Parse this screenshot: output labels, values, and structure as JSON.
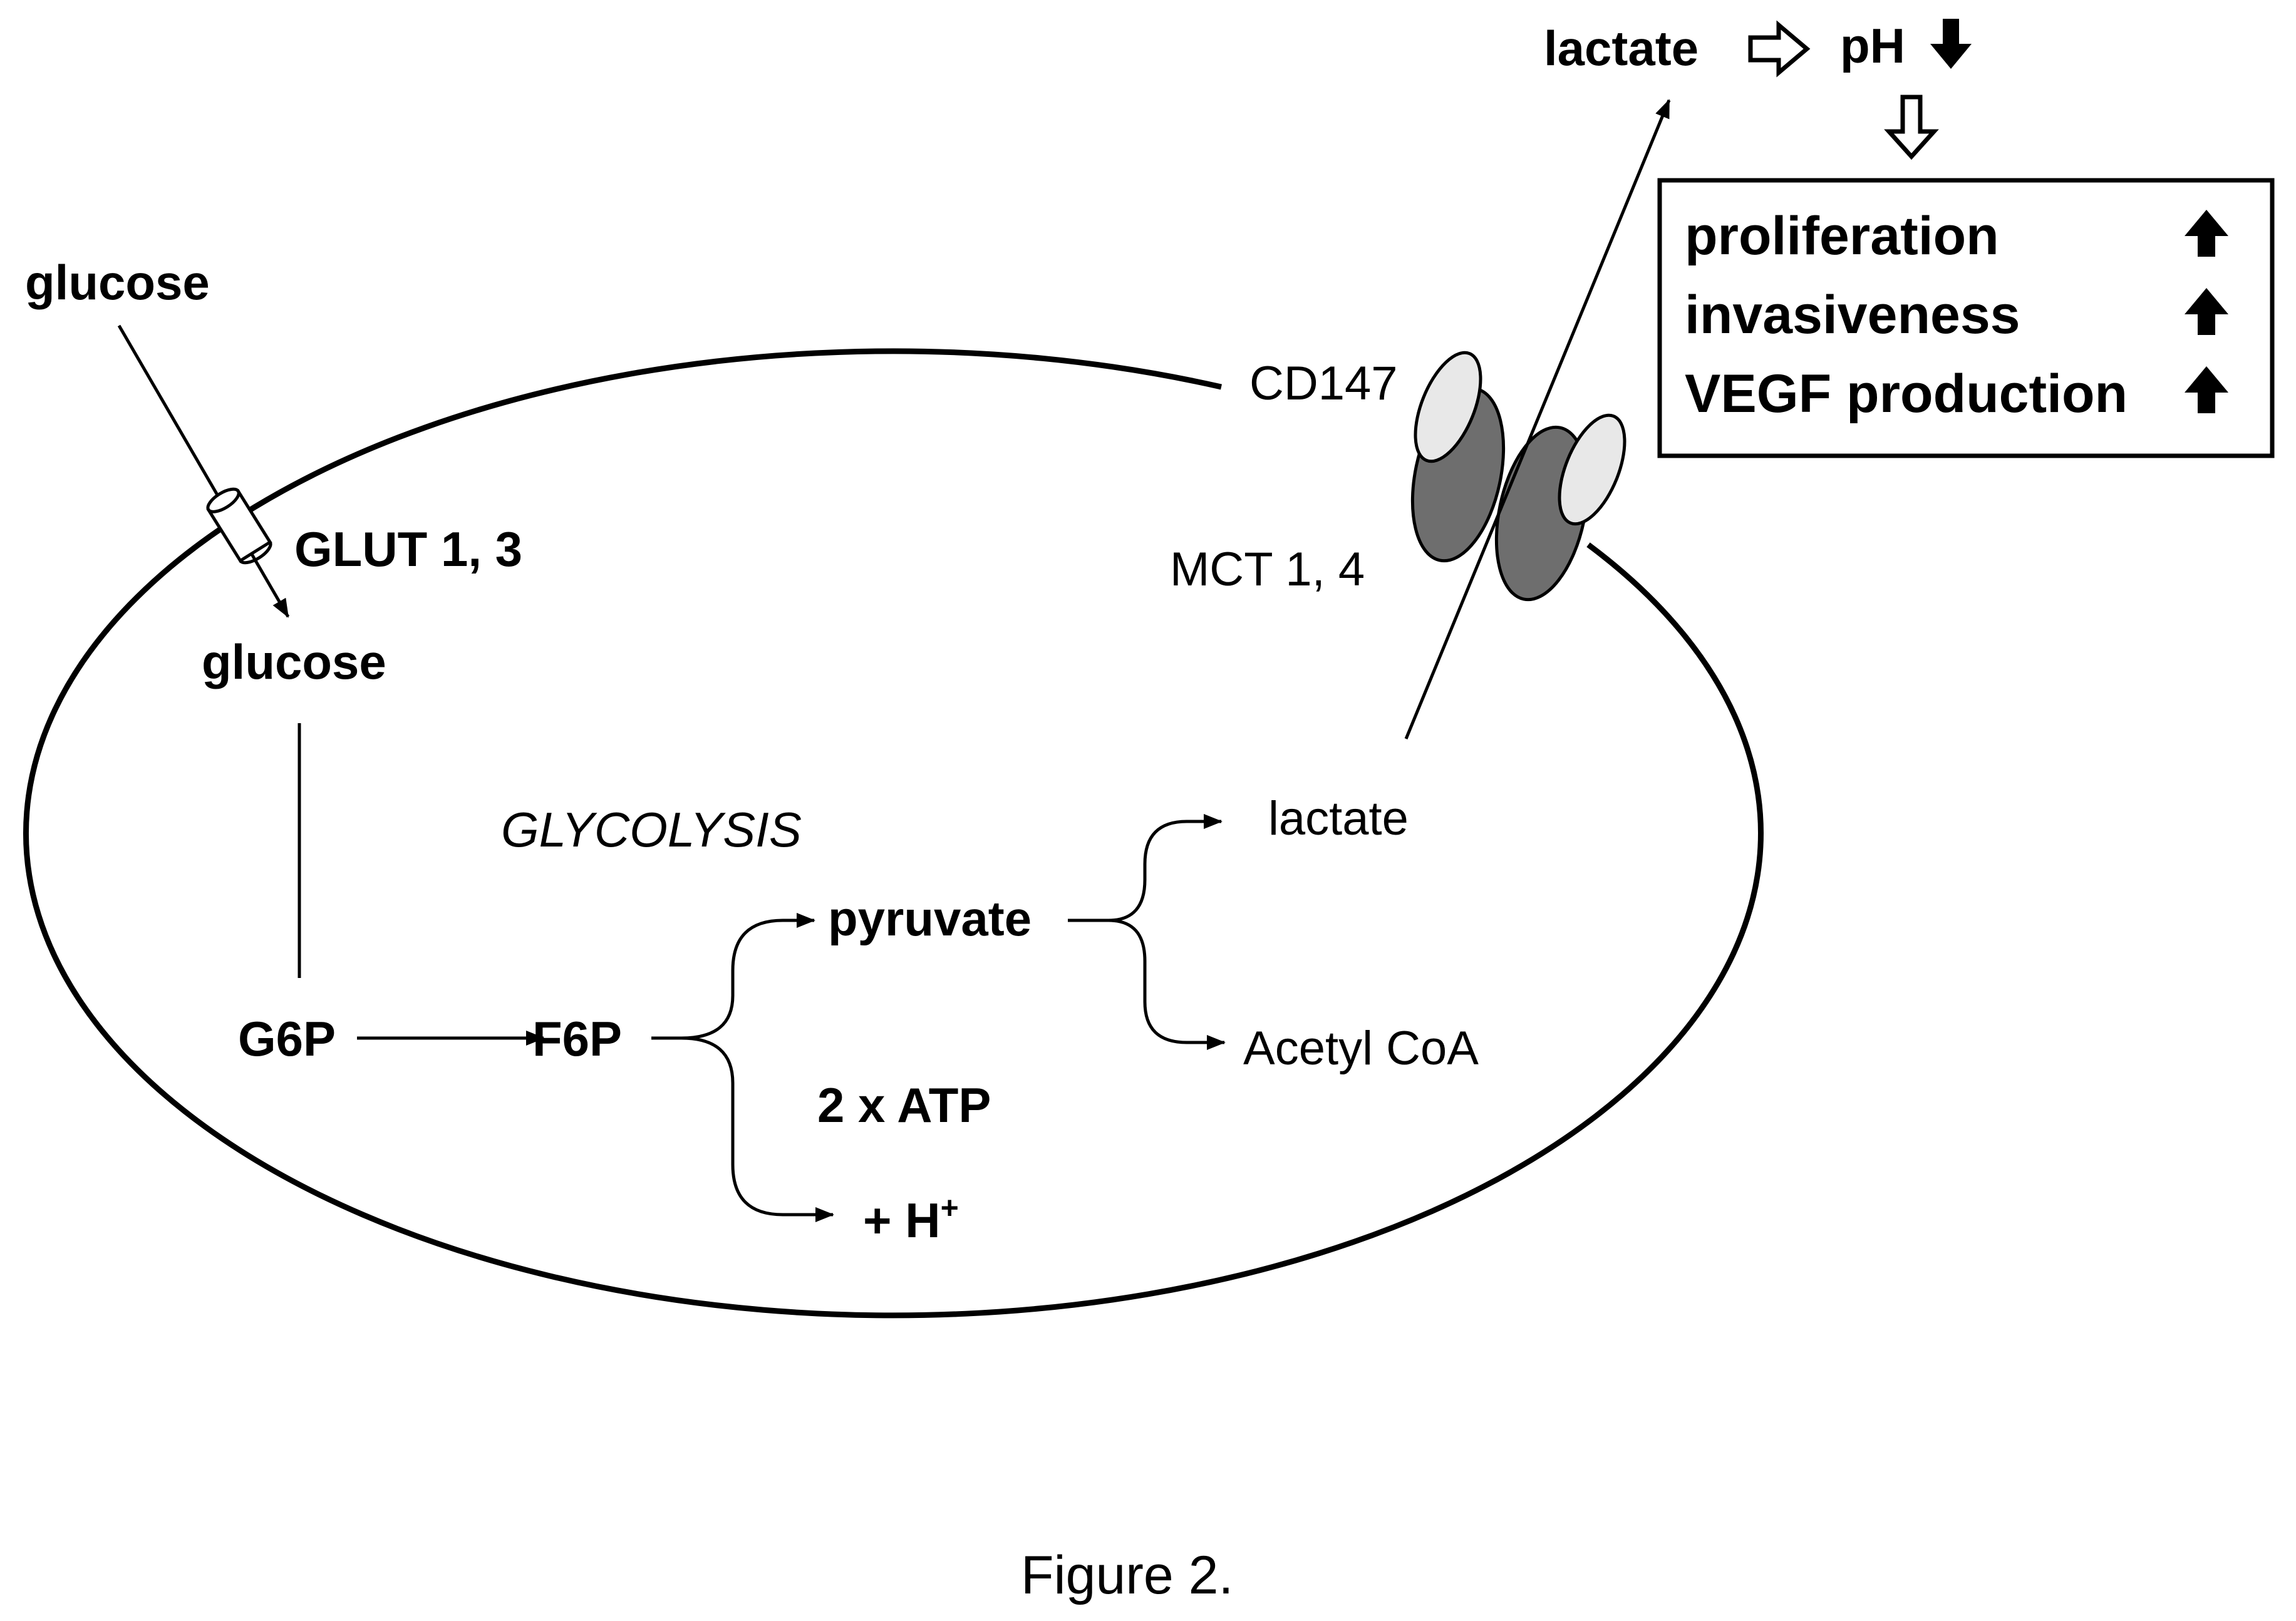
{
  "labels": {
    "glucose_outside": "glucose",
    "glut": "GLUT 1, 3",
    "glucose_inside": "glucose",
    "glycolysis": "GLYCOLYSIS",
    "g6p": "G6P",
    "f6p": "F6P",
    "pyruvate": "pyruvate",
    "atp": "2 x ATP",
    "h_plus": "+ H",
    "h_plus_superscript": "+",
    "lactate_inside": "lactate",
    "acetyl_coa": "Acetyl CoA",
    "cd147": "CD147",
    "mct": "MCT 1, 4",
    "lactate_outside": "lactate",
    "ph": "pH"
  },
  "effects_box": {
    "items": [
      {
        "label": "proliferation",
        "direction": "up"
      },
      {
        "label": "invasiveness",
        "direction": "up"
      },
      {
        "label": "VEGF production",
        "direction": "up"
      }
    ]
  },
  "caption": "Figure 2.",
  "colors": {
    "membrane_protein_dark": "#6e6e6e",
    "membrane_protein_light": "#e8e8e8",
    "stroke": "#000000"
  }
}
